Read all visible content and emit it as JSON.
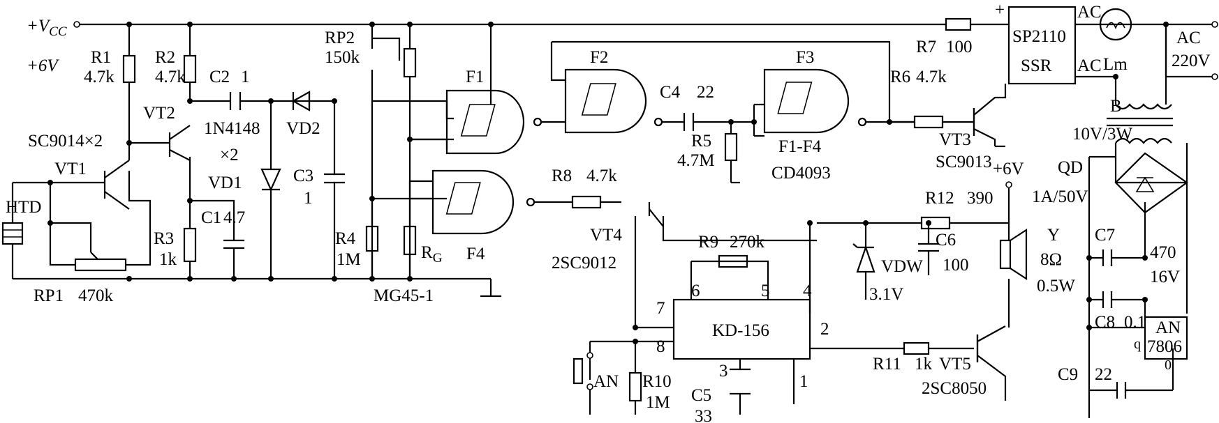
{
  "supply": {
    "vcc": "+V",
    "vcc_sub": "CC",
    "volts": "+6V"
  },
  "labels": {
    "r1": "R1",
    "r1v": "4.7k",
    "r2": "R2",
    "r2v": "4.7k",
    "r3": "R3",
    "r3v": "1k",
    "r4": "R4",
    "r4v": "1M",
    "r5": "R5",
    "r5v": "4.7M",
    "r6": "R6",
    "r6v": "4.7k",
    "r7": "R7",
    "r7v": "100",
    "r8": "R8",
    "r8v": "4.7k",
    "r9": "R9",
    "r9v": "270k",
    "r10": "R10",
    "r10v": "1M",
    "r11": "R11",
    "r11v": "1k",
    "r12": "R12",
    "r12v": "390",
    "rp1": "RP1",
    "rp1v": "470k",
    "rp2": "RP2",
    "rp2v": "150k",
    "c1": "C1",
    "c1v": "4.7",
    "c2": "C2",
    "c2v": "1",
    "c3": "C3",
    "c3v": "1",
    "c4": "C4",
    "c4v": "22",
    "c5": "C5",
    "c5v": "33",
    "c6": "C6",
    "c6v": "100",
    "c7": "C7",
    "c7v": "470",
    "c7v2": "16V",
    "c8": "C8",
    "c8v": "0.1",
    "c9": "C9",
    "c9v": "22",
    "vt1": "VT1",
    "vt2": "VT2",
    "vt3": "VT3",
    "vt4": "VT4",
    "vt5": "VT5",
    "sc9014": "SC9014×2",
    "sc9013": "SC9013",
    "sc9012": "2SC9012",
    "sc8050": "2SC8050",
    "in4148": "1N4148",
    "x2": "×2",
    "vd1": "VD1",
    "vd2": "VD2",
    "vdw": "VDW",
    "vdwv": "3.1V",
    "htd": "HTD",
    "rg": "R",
    "rg_sub": "G",
    "mg": "MG45-1",
    "f1": "F1",
    "f2": "F2",
    "f3": "F3",
    "f4": "F4",
    "ff": "F1-F4",
    "cd": "CD4093",
    "ssr1": "SP2110",
    "ssr2": "SSR",
    "ac1": "AC",
    "ac2": "AC",
    "ac3": "AC",
    "ac220": "220V",
    "lm": "Lm",
    "b": "B",
    "bv": "10V/3W",
    "qd": "QD",
    "qdv": "1A/50V",
    "y": "Y",
    "yv1": "8Ω",
    "yv2": "0.5W",
    "p6v": "+6V",
    "kd": "KD-156",
    "an": "AN",
    "reg1": "AN",
    "reg2": "7806",
    "reg_q": "q",
    "reg_0": "0",
    "pin6": "6",
    "pin5": "5",
    "pin4": "4",
    "pin7": "7",
    "pin8": "8",
    "pin2": "2",
    "pin3": "3",
    "pin1": "1",
    "plus": "+"
  }
}
